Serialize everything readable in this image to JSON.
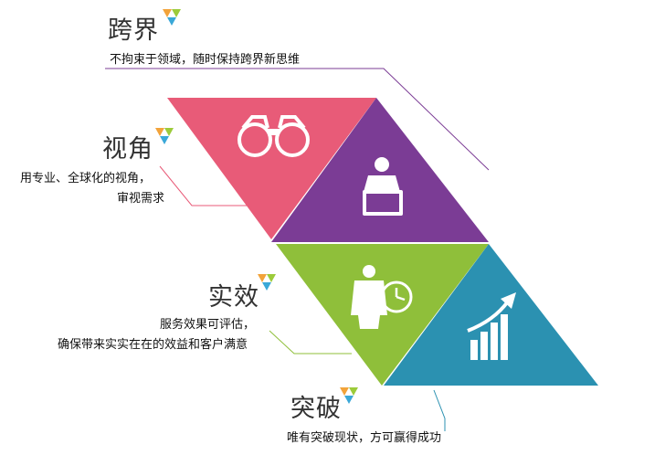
{
  "colors": {
    "pink": "#e85b78",
    "purple": "#7b3c95",
    "green": "#8fbf3a",
    "teal": "#2b91b1",
    "accent_orange": "#f2a33a",
    "accent_green": "#9ccb3a",
    "accent_blue": "#3aa8d8"
  },
  "sections": [
    {
      "title": "跨界",
      "lines": [
        "不拘束于领域，随时保持跨界新思维"
      ],
      "icon": "binoculars-icon"
    },
    {
      "title": "视角",
      "lines": [
        "用专业、全球化的视角，",
        "审视需求"
      ],
      "icon": "presenter-icon"
    },
    {
      "title": "实效",
      "lines": [
        "服务效果可评估，",
        "确保带来实实在在的效益和客户满意"
      ],
      "icon": "businessman-clock-icon"
    },
    {
      "title": "突破",
      "lines": [
        "唯有突破现状，方可赢得成功"
      ],
      "icon": "growth-chart-icon"
    }
  ]
}
